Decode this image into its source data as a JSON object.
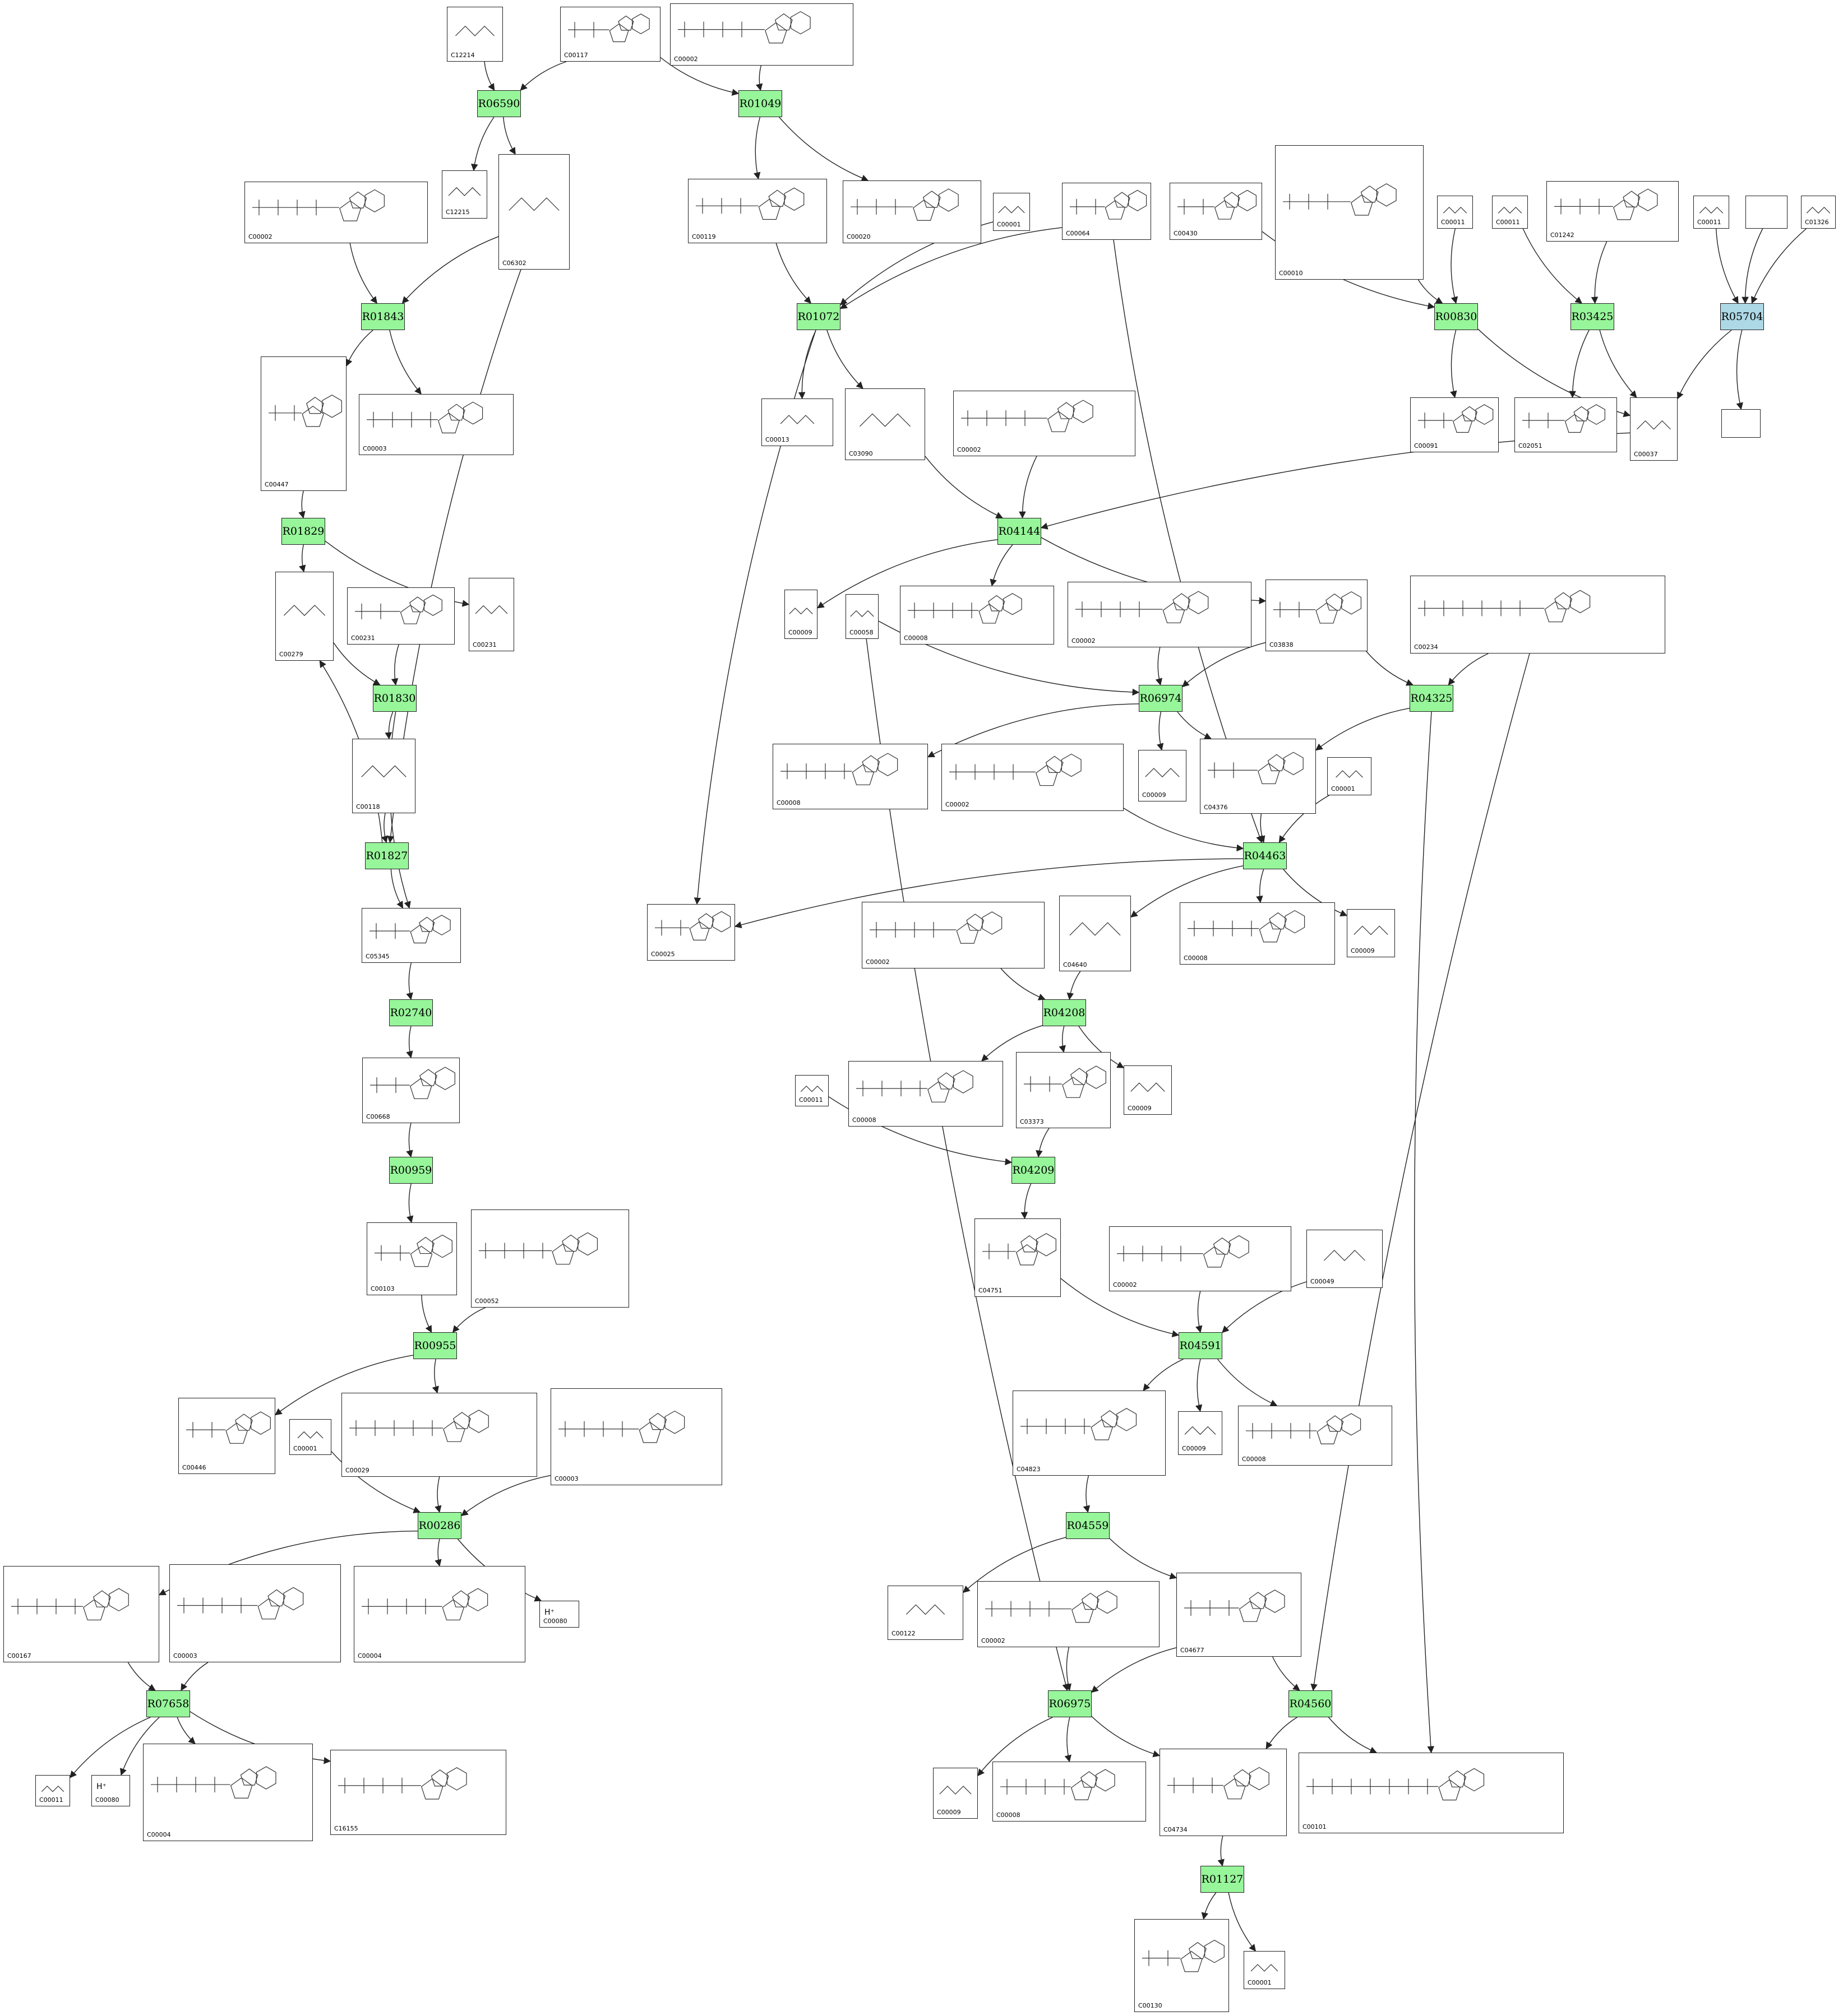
{
  "diagram": {
    "reactions": [
      {
        "id": "R06590",
        "color": "green"
      },
      {
        "id": "R01049",
        "color": "green"
      },
      {
        "id": "R01843",
        "color": "green"
      },
      {
        "id": "R01072",
        "color": "green"
      },
      {
        "id": "R00830",
        "color": "green"
      },
      {
        "id": "R03425",
        "color": "green"
      },
      {
        "id": "R05704",
        "color": "blue"
      },
      {
        "id": "R01829",
        "color": "green"
      },
      {
        "id": "R04144",
        "color": "green"
      },
      {
        "id": "R01830",
        "color": "green"
      },
      {
        "id": "R06974",
        "color": "green"
      },
      {
        "id": "R04325",
        "color": "green"
      },
      {
        "id": "R01827",
        "color": "green"
      },
      {
        "id": "R04463",
        "color": "green"
      },
      {
        "id": "R02740",
        "color": "green"
      },
      {
        "id": "R04208",
        "color": "green"
      },
      {
        "id": "R00959",
        "color": "green"
      },
      {
        "id": "R04209",
        "color": "green"
      },
      {
        "id": "R00955",
        "color": "green"
      },
      {
        "id": "R04591",
        "color": "green"
      },
      {
        "id": "R00286",
        "color": "green"
      },
      {
        "id": "R04559",
        "color": "green"
      },
      {
        "id": "R07658",
        "color": "green"
      },
      {
        "id": "R06975",
        "color": "green"
      },
      {
        "id": "R04560",
        "color": "green"
      },
      {
        "id": "R01127",
        "color": "green"
      }
    ],
    "compounds": [
      {
        "key": "c12214",
        "cid": "C12214"
      },
      {
        "key": "c00117a",
        "cid": "C00117"
      },
      {
        "key": "c00002a",
        "cid": "C00002"
      },
      {
        "key": "c00002b",
        "cid": "C00002"
      },
      {
        "key": "c12215",
        "cid": "C12215"
      },
      {
        "key": "c06302",
        "cid": "C06302"
      },
      {
        "key": "c00119",
        "cid": "C00119"
      },
      {
        "key": "c00020",
        "cid": "C00020"
      },
      {
        "key": "c00001a",
        "cid": "C00001"
      },
      {
        "key": "c00064",
        "cid": "C00064"
      },
      {
        "key": "c00430",
        "cid": "C00430"
      },
      {
        "key": "c00010",
        "cid": "C00010"
      },
      {
        "key": "c00011a",
        "cid": "C00011"
      },
      {
        "key": "c00011b",
        "cid": "C00011"
      },
      {
        "key": "c01242",
        "cid": "C01242"
      },
      {
        "key": "c00011c",
        "cid": "C00011"
      },
      {
        "key": "blank1",
        "cid": ""
      },
      {
        "key": "c01326",
        "cid": "C01326"
      },
      {
        "key": "c00447",
        "cid": "C00447"
      },
      {
        "key": "c00003a",
        "cid": "C00003"
      },
      {
        "key": "c00013",
        "cid": "C00013"
      },
      {
        "key": "c03090",
        "cid": "C03090"
      },
      {
        "key": "c00002c",
        "cid": "C00002"
      },
      {
        "key": "c00091",
        "cid": "C00091"
      },
      {
        "key": "c02051",
        "cid": "C02051"
      },
      {
        "key": "c00037",
        "cid": "C00037"
      },
      {
        "key": "blank2",
        "cid": ""
      },
      {
        "key": "c00279",
        "cid": "C00279"
      },
      {
        "key": "c00231",
        "cid": "C00231"
      },
      {
        "key": "c00231b",
        "cid": "C00231"
      },
      {
        "key": "c00009a",
        "cid": "C00009"
      },
      {
        "key": "c00058",
        "cid": "C00058"
      },
      {
        "key": "c00008a",
        "cid": "C00008"
      },
      {
        "key": "c00002d",
        "cid": "C00002"
      },
      {
        "key": "c03838",
        "cid": "C03838"
      },
      {
        "key": "c00234",
        "cid": "C00234"
      },
      {
        "key": "c00118",
        "cid": "C00118"
      },
      {
        "key": "c00008b",
        "cid": "C00008"
      },
      {
        "key": "c00002e",
        "cid": "C00002"
      },
      {
        "key": "c00009b",
        "cid": "C00009"
      },
      {
        "key": "c04376",
        "cid": "C04376"
      },
      {
        "key": "c00001b",
        "cid": "C00001"
      },
      {
        "key": "c05345",
        "cid": "C05345"
      },
      {
        "key": "c00025",
        "cid": "C00025"
      },
      {
        "key": "c00002f",
        "cid": "C00002"
      },
      {
        "key": "c04640",
        "cid": "C04640"
      },
      {
        "key": "c00008c",
        "cid": "C00008"
      },
      {
        "key": "c00009c",
        "cid": "C00009"
      },
      {
        "key": "c00668",
        "cid": "C00668"
      },
      {
        "key": "c00011d",
        "cid": "C00011"
      },
      {
        "key": "c00008d",
        "cid": "C00008"
      },
      {
        "key": "c03373",
        "cid": "C03373"
      },
      {
        "key": "c00009d",
        "cid": "C00009"
      },
      {
        "key": "c00103",
        "cid": "C00103"
      },
      {
        "key": "c00052",
        "cid": "C00052"
      },
      {
        "key": "c04751",
        "cid": "C04751"
      },
      {
        "key": "c00002g",
        "cid": "C00002"
      },
      {
        "key": "c00049",
        "cid": "C00049"
      },
      {
        "key": "c00446",
        "cid": "C00446"
      },
      {
        "key": "c00001c",
        "cid": "C00001"
      },
      {
        "key": "c00029",
        "cid": "C00029"
      },
      {
        "key": "c00003b",
        "cid": "C00003"
      },
      {
        "key": "c04823",
        "cid": "C04823"
      },
      {
        "key": "c00009e",
        "cid": "C00009"
      },
      {
        "key": "c00008e",
        "cid": "C00008"
      },
      {
        "key": "c00167",
        "cid": "C00167"
      },
      {
        "key": "c00003c",
        "cid": "C00003"
      },
      {
        "key": "c00004a",
        "cid": "C00004"
      },
      {
        "key": "c00080a",
        "cid": "C00080",
        "label": "H⁺"
      },
      {
        "key": "c00122",
        "cid": "C00122"
      },
      {
        "key": "c00002h",
        "cid": "C00002"
      },
      {
        "key": "c04677",
        "cid": "C04677"
      },
      {
        "key": "c00011e",
        "cid": "C00011"
      },
      {
        "key": "c00080b",
        "cid": "C00080",
        "label": "H⁺"
      },
      {
        "key": "c00004b",
        "cid": "C00004"
      },
      {
        "key": "c16155",
        "cid": "C16155"
      },
      {
        "key": "c00009f",
        "cid": "C00009"
      },
      {
        "key": "c00008f",
        "cid": "C00008"
      },
      {
        "key": "c04734",
        "cid": "C04734"
      },
      {
        "key": "c00101",
        "cid": "C00101"
      },
      {
        "key": "c00130",
        "cid": "C00130"
      },
      {
        "key": "c00001d",
        "cid": "C00001"
      }
    ]
  }
}
